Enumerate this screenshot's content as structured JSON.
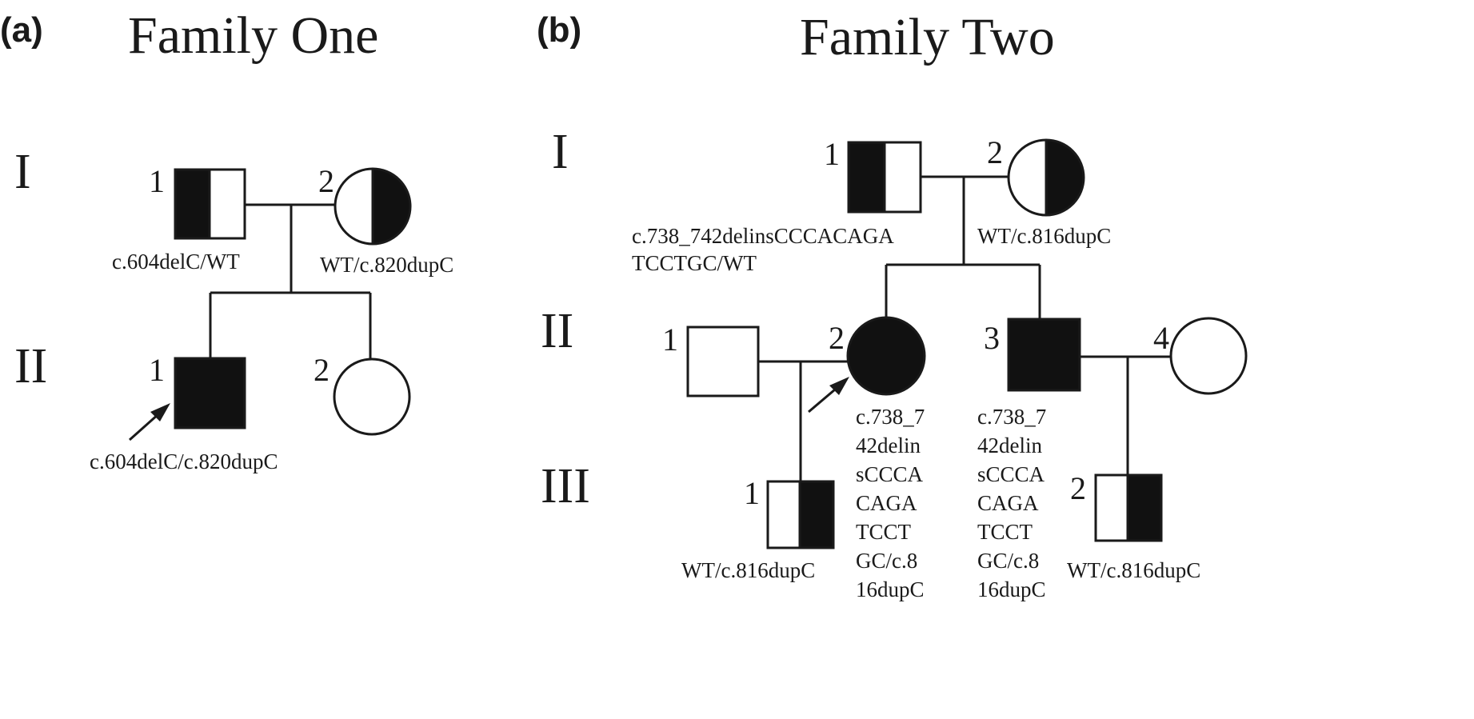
{
  "panel_a": {
    "tag": "(a)",
    "title": "Family One",
    "generations": [
      "I",
      "II"
    ],
    "individuals": {
      "I1": {
        "number": "1",
        "sex": "male",
        "status": "carrier",
        "genotype": [
          "c.604delC/WT"
        ]
      },
      "I2": {
        "number": "2",
        "sex": "female",
        "status": "carrier",
        "genotype": [
          "WT/c.820dupC"
        ]
      },
      "II1": {
        "number": "1",
        "sex": "male",
        "status": "affected",
        "proband": true,
        "genotype": [
          "c.604delC/c.820dupC"
        ]
      },
      "II2": {
        "number": "2",
        "sex": "female",
        "status": "unaffected",
        "genotype": []
      }
    }
  },
  "panel_b": {
    "tag": "(b)",
    "title": "Family Two",
    "generations": [
      "I",
      "II",
      "III"
    ],
    "individuals": {
      "I1": {
        "number": "1",
        "sex": "male",
        "status": "carrier",
        "genotype": [
          "c.738_742delinsCCCACAGA",
          "TCCTGC/WT"
        ]
      },
      "I2": {
        "number": "2",
        "sex": "female",
        "status": "carrier",
        "genotype": [
          "WT/c.816dupC"
        ]
      },
      "II1": {
        "number": "1",
        "sex": "male",
        "status": "unaffected",
        "genotype": []
      },
      "II2": {
        "number": "2",
        "sex": "female",
        "status": "affected",
        "proband": true,
        "genotype": [
          "c.738_7",
          "42delin",
          "sCCCA",
          "CAGA",
          "TCCT",
          "GC/c.8",
          "16dupC"
        ]
      },
      "II3": {
        "number": "3",
        "sex": "male",
        "status": "affected",
        "genotype": [
          "c.738_7",
          "42delin",
          "sCCCA",
          "CAGA",
          "TCCT",
          "GC/c.8",
          "16dupC"
        ]
      },
      "II4": {
        "number": "4",
        "sex": "female",
        "status": "unaffected",
        "genotype": []
      },
      "III1": {
        "number": "1",
        "sex": "male",
        "status": "carrier",
        "genotype": [
          "WT/c.816dupC"
        ]
      },
      "III2": {
        "number": "2",
        "sex": "male",
        "status": "carrier",
        "genotype": [
          "WT/c.816dupC"
        ]
      }
    }
  }
}
